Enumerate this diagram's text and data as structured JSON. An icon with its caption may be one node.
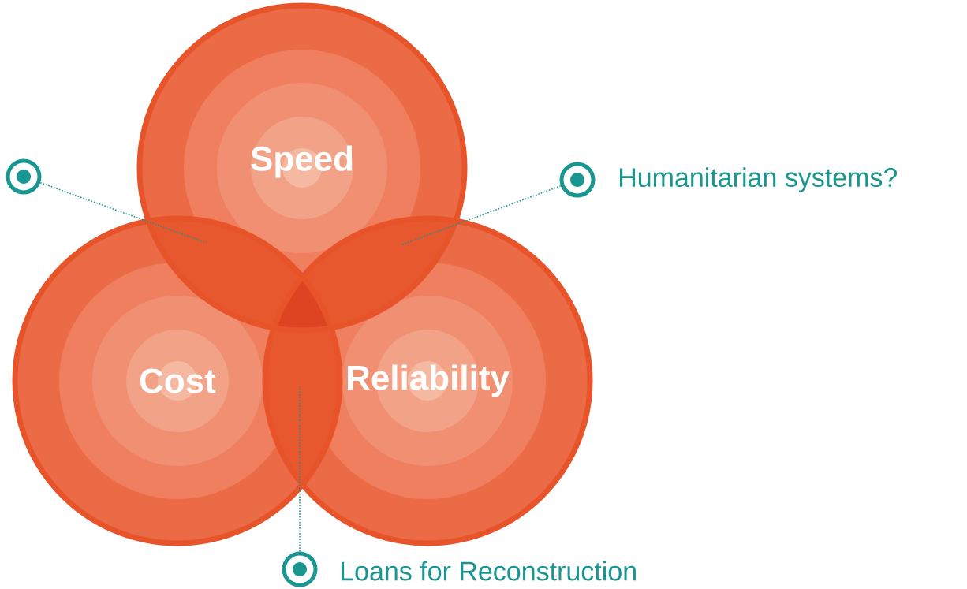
{
  "diagram": {
    "nodes": [
      {
        "text": [
          "Speed"
        ]
      },
      {
        "text": [
          "Cost"
        ]
      },
      {
        "text": [
          "Reliability"
        ]
      },
      {
        "text": [],
        "shape": "circle"
      },
      {
        "text": [],
        "shape": "circle",
        "beside": [
          "Humanitarian systems?"
        ]
      },
      {
        "text": [],
        "shape": "circle",
        "beside": [
          "Loans for Reconstruction"
        ]
      }
    ],
    "edges": [
      {
        "from": 3,
        "to": 1,
        "arrow": "none"
      },
      {
        "from": 4,
        "to": 2,
        "arrow": "none"
      },
      {
        "from": 5,
        "to": 1,
        "arrow": "none"
      }
    ]
  }
}
